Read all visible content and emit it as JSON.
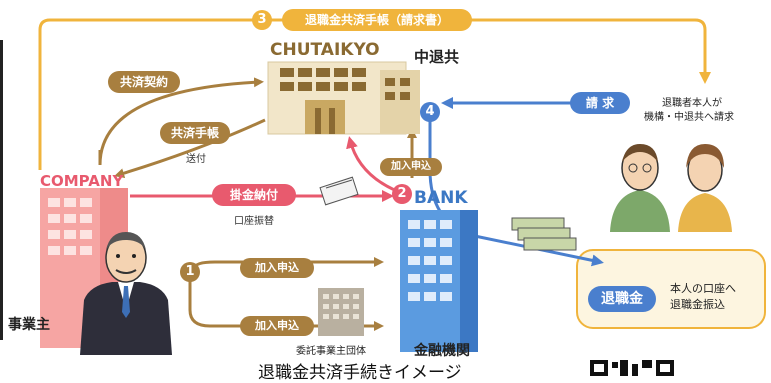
{
  "steps": {
    "step3_number": "3",
    "step3_label": "退職金共済手帳（請求書）",
    "step4_number": "4",
    "step2_number": "2",
    "step1_number": "1"
  },
  "chutaikyo": {
    "name_en": "CHUTAIKYO",
    "name_ja": "中退共"
  },
  "company": {
    "name_en": "COMPANY",
    "owner_label": "事業主"
  },
  "bank": {
    "name_en": "BANK",
    "name_ja": "金融機関"
  },
  "flows": {
    "contract": "共済契約",
    "handbook": "共済手帳",
    "handbook_sub": "送付",
    "premium_payment": "掛金納付",
    "account_transfer": "口座振替",
    "enroll_bank_to_chutaikyo": "加入申込",
    "enroll_1_top": "加入申込",
    "enroll_1_bottom": "加入申込",
    "request": "請 求",
    "payout_label": "退職金"
  },
  "retiree": {
    "note_line1": "退職者本人が",
    "note_line2": "機構・中退共へ請求",
    "payout_note_line1": "本人の口座へ",
    "payout_note_line2": "退職金振込"
  },
  "organization": {
    "label": "委託事業主団体"
  },
  "caption": {
    "text": "退職金共済手続きイメージ"
  },
  "colors": {
    "tan": "#a87f3f",
    "orange": "#f0b43c",
    "blue": "#4a7fce",
    "pink": "#e85a6e",
    "company_pink": "#f6a5a3",
    "bank_blue": "#5b9be0",
    "gray_building": "#b9b0a0"
  }
}
